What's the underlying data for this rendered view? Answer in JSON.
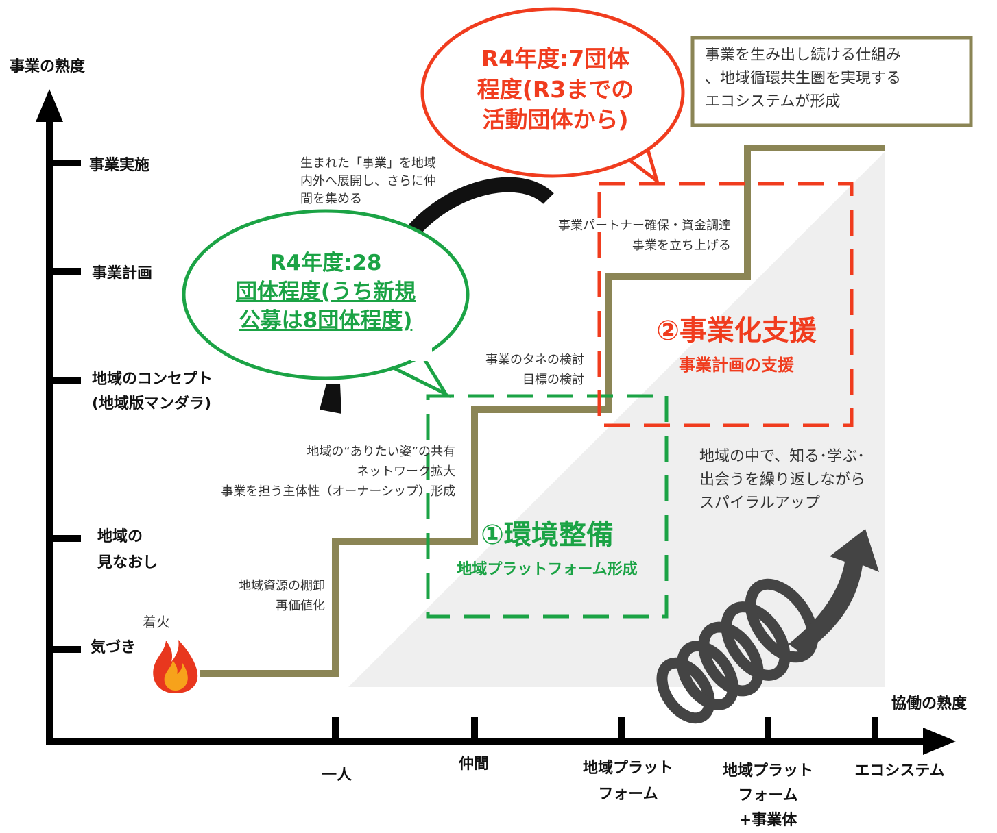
{
  "y_axis": {
    "title": "事業の熟度",
    "levels": [
      "事業実施",
      "事業計画",
      "地域のコンセプト",
      "(地域版マンダラ)",
      "地域の",
      "見なおし",
      "気づき"
    ]
  },
  "x_axis": {
    "title": "協働の熟度",
    "levels": [
      "一人",
      "仲間",
      "地域プラット",
      "フォーム",
      "地域プラット",
      "フォーム",
      "+事業体",
      "エコシステム"
    ]
  },
  "ignition_label": "着火",
  "step_notes": {
    "step1": [
      "地域資源の棚卸",
      "再価値化"
    ],
    "step2": [
      "地域の“ありたい姿”の共有",
      "ネットワーク拡大",
      "事業を担う主体性（オーナーシップ）形成"
    ],
    "step3": [
      "事業のタネの検討",
      "目標の検討"
    ],
    "step4": [
      "事業パートナー確保・資金調達",
      "事業を立ち上げる"
    ],
    "step5": [
      "生まれた「事業」を地域",
      "内外へ展開し、さらに仲",
      "間を集める"
    ]
  },
  "support_boxes": {
    "env": {
      "title": "①環境整備",
      "subtitle": "地域プラットフォーム形成",
      "color": "#1ba345"
    },
    "biz": {
      "title": "②事業化支援",
      "subtitle": "事業計画の支援",
      "color": "#f03c1e"
    }
  },
  "bubbles": {
    "green": {
      "lines": [
        "R4年度:28",
        "団体程度(うち新規",
        "公募は8団体程度)"
      ],
      "color": "#1ba345"
    },
    "red": {
      "lines": [
        "R4年度:7団体",
        "程度(R3までの",
        "活動団体から)"
      ],
      "color": "#f03c1e"
    }
  },
  "ecosystem_box": {
    "lines": [
      "事業を生み出し続ける仕組み",
      "、地域循環共生圏を実現する",
      "エコシステムが形成"
    ],
    "border_color": "#8b8555"
  },
  "spiral_note": [
    "地域の中で、知る･学ぶ･",
    "出会うを繰り返しながら",
    "スパイラルアップ"
  ],
  "colors": {
    "step_line": "#8b8555",
    "axis": "#000000"
  }
}
